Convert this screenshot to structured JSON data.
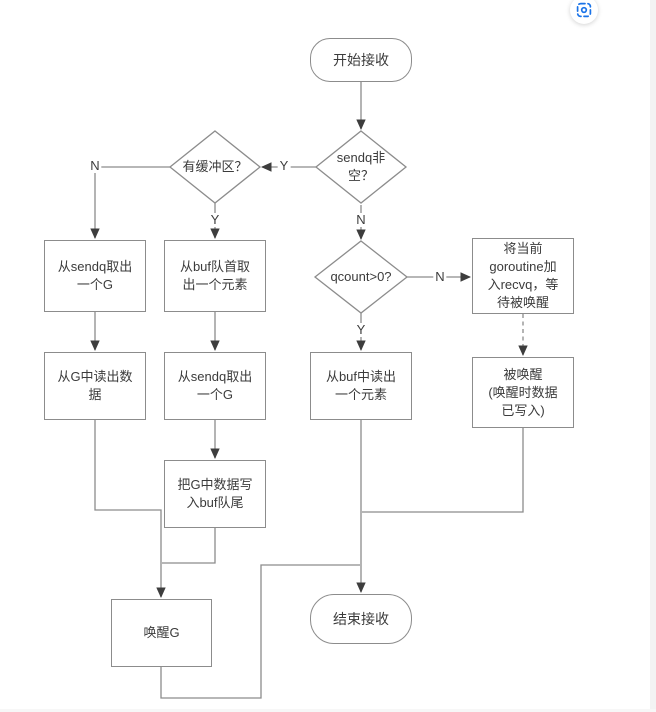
{
  "colors": {
    "line": "#8c8c8c",
    "arrowhead": "#3d3d3d",
    "node_border": "#8c8c8c",
    "text": "#3b3b3b",
    "accent_blue": "#1a73e8",
    "background": "#ffffff"
  },
  "nodes": {
    "start": "开始接收",
    "sendq_check": "sendq非\n空？",
    "buffer_check": "有缓冲区？",
    "take_g_left": "从sendq取出\n一个G",
    "read_from_g": "从G中读出数\n据",
    "take_buf_head": "从buf队首取\n出一个元素",
    "take_g_mid": "从sendq取出\n一个G",
    "write_g_to_buf": "把G中数据写\n入buf队尾",
    "qcount_check": "qcount>0?",
    "read_from_buf": "从buf中读出\n一个元素",
    "join_recvq": "将当前\ngoroutine加\n入recvq，等\n待被唤醒",
    "woken": "被唤醒\n(唤醒时数据\n已写入)",
    "wake_g": "唤醒G",
    "end": "结束接收"
  },
  "edge_labels": {
    "sendq_yes": "Y",
    "sendq_no": "N",
    "buffer_no": "N",
    "buffer_yes": "Y",
    "qcount_no": "N",
    "qcount_yes": "Y"
  }
}
